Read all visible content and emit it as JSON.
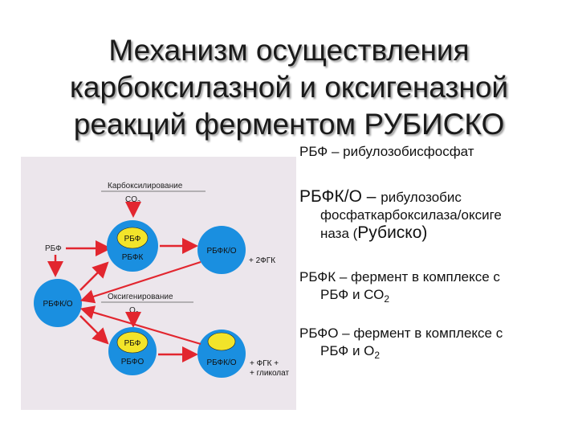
{
  "title": {
    "line1": "Механизм осуществления",
    "line2": "карбоксилазной и оксигеназной",
    "line3": "реакций ферментом РУБИСКО"
  },
  "diagram": {
    "carboxylation_label": "Карбоксилирование",
    "carboxylation_gas": "CO",
    "carboxylation_gas_sub": "2",
    "oxygenation_label": "Оксигенирование",
    "oxygenation_gas": "O",
    "oxygenation_gas_sub": "2",
    "rbf_left": "РБФ",
    "rbfko_center": "РБФК/О",
    "top_small_disc": "РБФ",
    "top_big_circle": "РБФК",
    "top_right_circle": "РБФК/О",
    "top_product": "+ 2ФГК",
    "bottom_small_disc": "РБФ",
    "bottom_big_circle": "РБФО",
    "bottom_right_circle": "РБФК/О",
    "bottom_product_line1": "+ ФГК +",
    "bottom_product_line2": "+ гликолат",
    "colors": {
      "enzyme_blue": "#1a8fe0",
      "rbf_yellow": "#f2e42a",
      "arrow_red": "#e2262f",
      "figure_bg": "#ece6ec"
    }
  },
  "definitions": [
    {
      "term": "РБФ",
      "dash": " – ",
      "text": "рибулозобисфосфат"
    },
    {
      "term": "РБФК/О",
      "dash": " – ",
      "text": "рибулозобис",
      "line2": "фосфаткарбоксилаза/оксиге",
      "line3a": "наза (",
      "line3b": "Рубиско",
      "line3c": ")"
    },
    {
      "term": "РБФК",
      "dash": " – ",
      "text": "фермент в комплексе с",
      "line2": "РБФ и СО",
      "line2_sub": "2"
    },
    {
      "term": "РБФО",
      "dash": " – ",
      "text": "фермент в комплексе с",
      "line2": "РБФ и О",
      "line2_sub": "2"
    }
  ]
}
